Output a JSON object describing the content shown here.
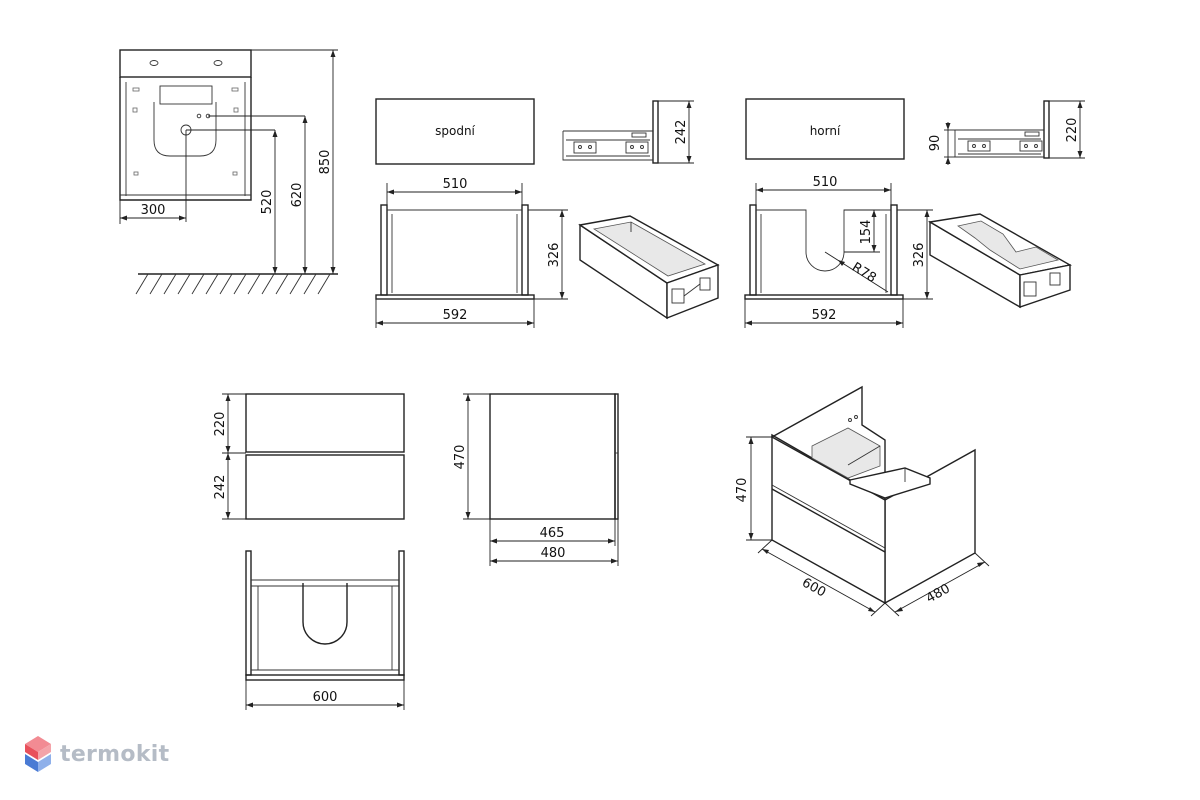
{
  "labels": {
    "bottom_drawer": "spodní",
    "top_drawer": "horní"
  },
  "dims": {
    "side_width": "300",
    "h520": "520",
    "h620": "620",
    "h850": "850",
    "bottom_inner_width": "510",
    "bottom_height": "326",
    "bottom_outer_width": "592",
    "bottom_front_height": "242",
    "top_inner_width": "510",
    "top_cutout": "154",
    "top_radius": "R78",
    "top_height": "326",
    "top_outer_width": "592",
    "top_side_small": "90",
    "top_front_height": "220",
    "front_upper": "220",
    "front_lower": "242",
    "side_height": "470",
    "side_depth_inner": "465",
    "side_depth_outer": "480",
    "plan_width": "600",
    "iso_height": "470",
    "iso_width": "600",
    "iso_depth": "480"
  },
  "brand": {
    "name": "termokit",
    "logo_colors": [
      "#e8505b",
      "#f28b93",
      "#4a7bd4",
      "#8fb0ea"
    ]
  }
}
